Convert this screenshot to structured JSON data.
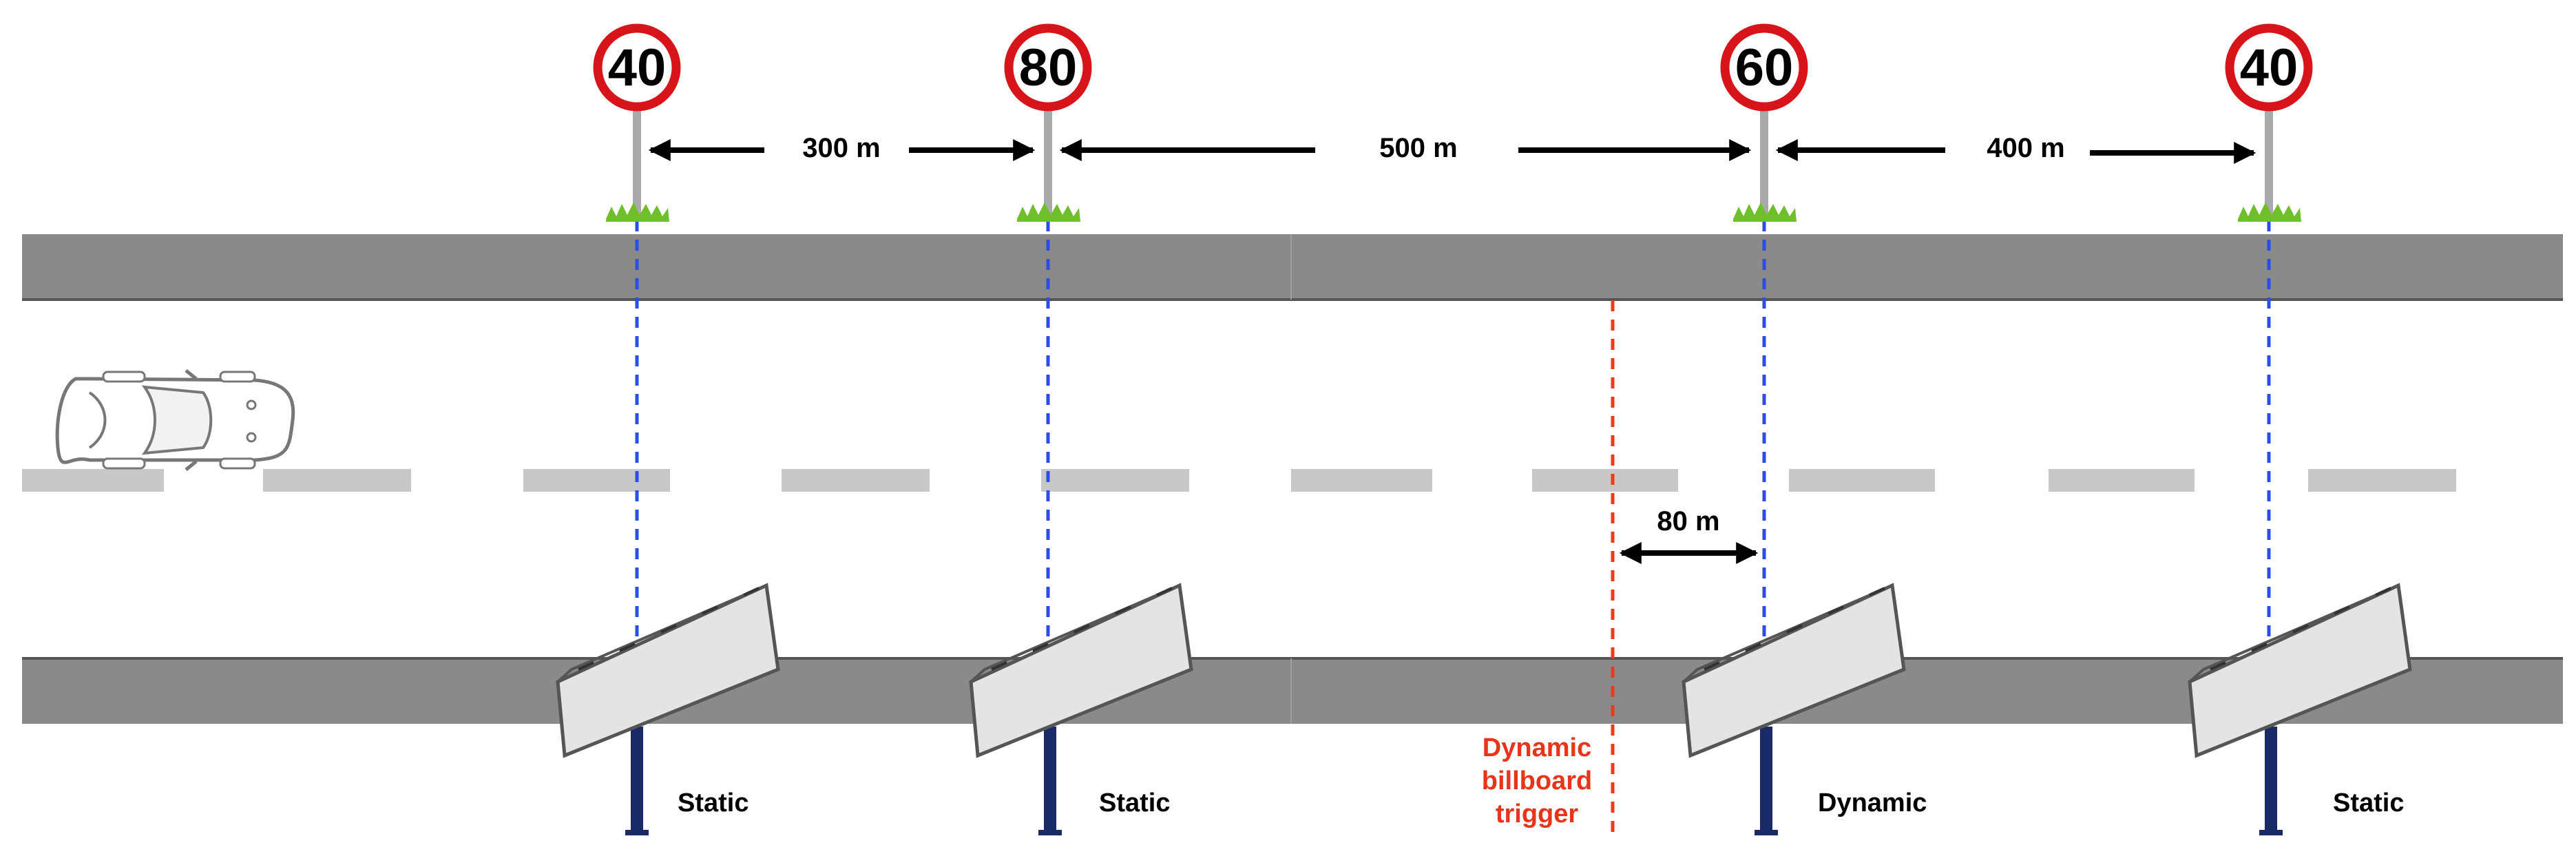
{
  "colors": {
    "road": "#8a8a8a",
    "road_edge": "#555555",
    "lane_dash": "#c8c8c8",
    "sign_ring": "#d7141a",
    "sign_face": "#ffffff",
    "pole": "#a9a9a9",
    "grass": "#6fbf2a",
    "guide_line": "#2b4ee8",
    "trigger_line": "#ee3a1c",
    "trigger_text": "#e8341a",
    "arrow": "#000000",
    "billboard_face": "#e4e4e4",
    "billboard_post": "#1a2a66"
  },
  "signs": [
    {
      "limit": "40"
    },
    {
      "limit": "80"
    },
    {
      "limit": "60"
    },
    {
      "limit": "40"
    }
  ],
  "distances": [
    {
      "label": "300 m"
    },
    {
      "label": "500 m"
    },
    {
      "label": "400 m"
    }
  ],
  "trigger_distance": {
    "label": "80 m"
  },
  "billboards": [
    {
      "type": "Static"
    },
    {
      "type": "Static"
    },
    {
      "type": "Dynamic"
    },
    {
      "type": "Static"
    }
  ],
  "trigger": {
    "line1": "Dynamic",
    "line2": "billboard",
    "line3": "trigger"
  },
  "icons": [
    "speed-limit-sign-icon",
    "car-icon",
    "billboard-icon",
    "grass-icon"
  ]
}
